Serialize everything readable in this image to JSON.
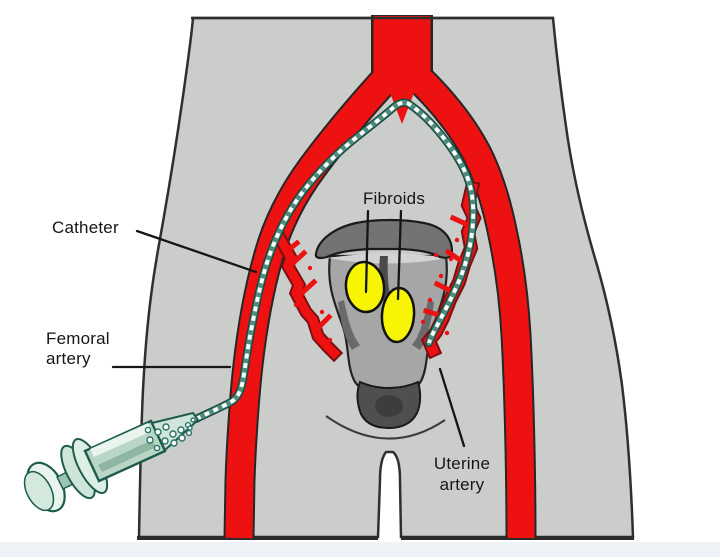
{
  "diagram": {
    "type": "medical-illustration",
    "subject": "Uterine fibroid embolization: catheter inserted through femoral artery delivering particles to uterine artery",
    "labels": {
      "fibroids": "Fibroids",
      "catheter": "Catheter",
      "femoral_line1": "Femoral",
      "femoral_line2": "artery",
      "uterine_line1": "Uterine",
      "uterine_line2": "artery"
    },
    "colors": {
      "background": "#ffffff",
      "bottom_strip": "#eff2f7",
      "body_gray": "#cbcdcb",
      "outline_dark": "#2f2f2f",
      "artery_red": "#ed1111",
      "fibroid_yellow": "#f7f404",
      "uterus_body_gray": "#a6a6a6",
      "uterus_fundus_gray": "#737373",
      "cervix_dark_gray": "#4f4f4f",
      "catheter_teal": "#17463c",
      "catheter_dash_white": "#ffffff",
      "syringe_teal": "#b9d6c6",
      "label_text": "#161616"
    }
  }
}
